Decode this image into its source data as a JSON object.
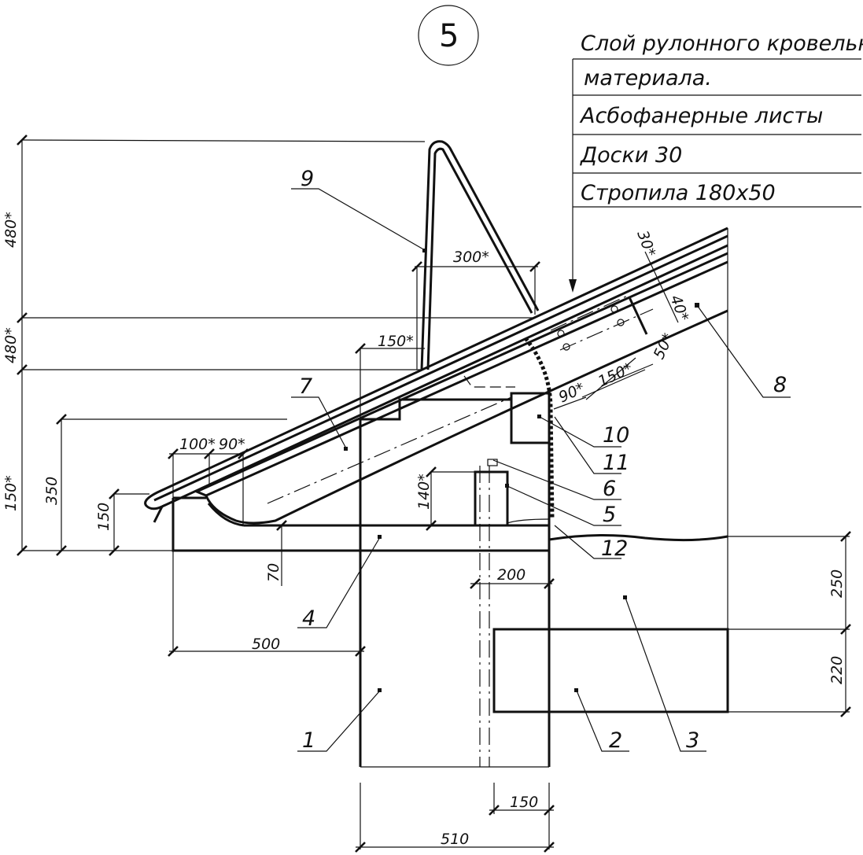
{
  "detail_number": "5",
  "layers": [
    "Слой рулонного кровельного",
    "материала.",
    "Асбофанерные листы",
    "Доски 30",
    "Стропила 180х50"
  ],
  "callouts": [
    "1",
    "2",
    "3",
    "4",
    "5",
    "6",
    "7",
    "8",
    "9",
    "10",
    "11",
    "12"
  ],
  "dimensions": {
    "d480a": "480*",
    "d480b": "480*",
    "d150s": "150*",
    "d350": "350",
    "d150": "150",
    "d100": "100*",
    "d90a": "90*",
    "d300": "300*",
    "d150b": "150*",
    "d140": "140*",
    "d70": "70",
    "d500": "500",
    "d200": "200",
    "d250": "250",
    "d220": "220",
    "d150c": "150",
    "d510": "510",
    "d30": "30*",
    "d40": "40*",
    "d50": "50*",
    "d150d": "150*",
    "d90b": "90*"
  }
}
